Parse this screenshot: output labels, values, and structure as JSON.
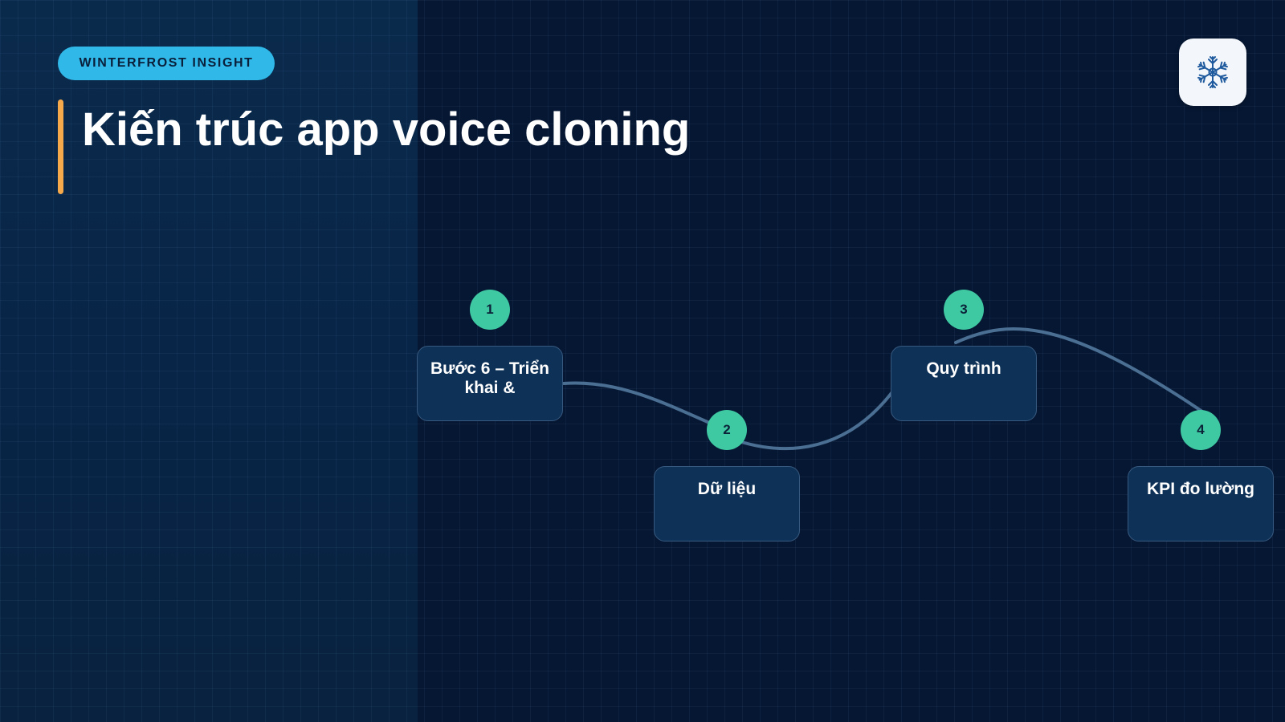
{
  "slide": {
    "brand": "WINTERFROST INSIGHT",
    "title": "Kiến trúc app voice cloning",
    "logo_icon": "snowflake-icon"
  },
  "steps": [
    {
      "number": "1",
      "label": "Bước 6 – Triển khai &"
    },
    {
      "number": "2",
      "label": "Dữ liệu"
    },
    {
      "number": "3",
      "label": "Quy trình"
    },
    {
      "number": "4",
      "label": "KPI đo lường"
    }
  ],
  "colors": {
    "background": "#061733",
    "left_panel": "#0a2a4c",
    "brand_pill": "#2fb8e8",
    "accent_bar": "#f5a94a",
    "badge": "#3ec9a3",
    "card": "#0e3157",
    "card_border": "#37597f",
    "connector": "#4a6f92"
  }
}
